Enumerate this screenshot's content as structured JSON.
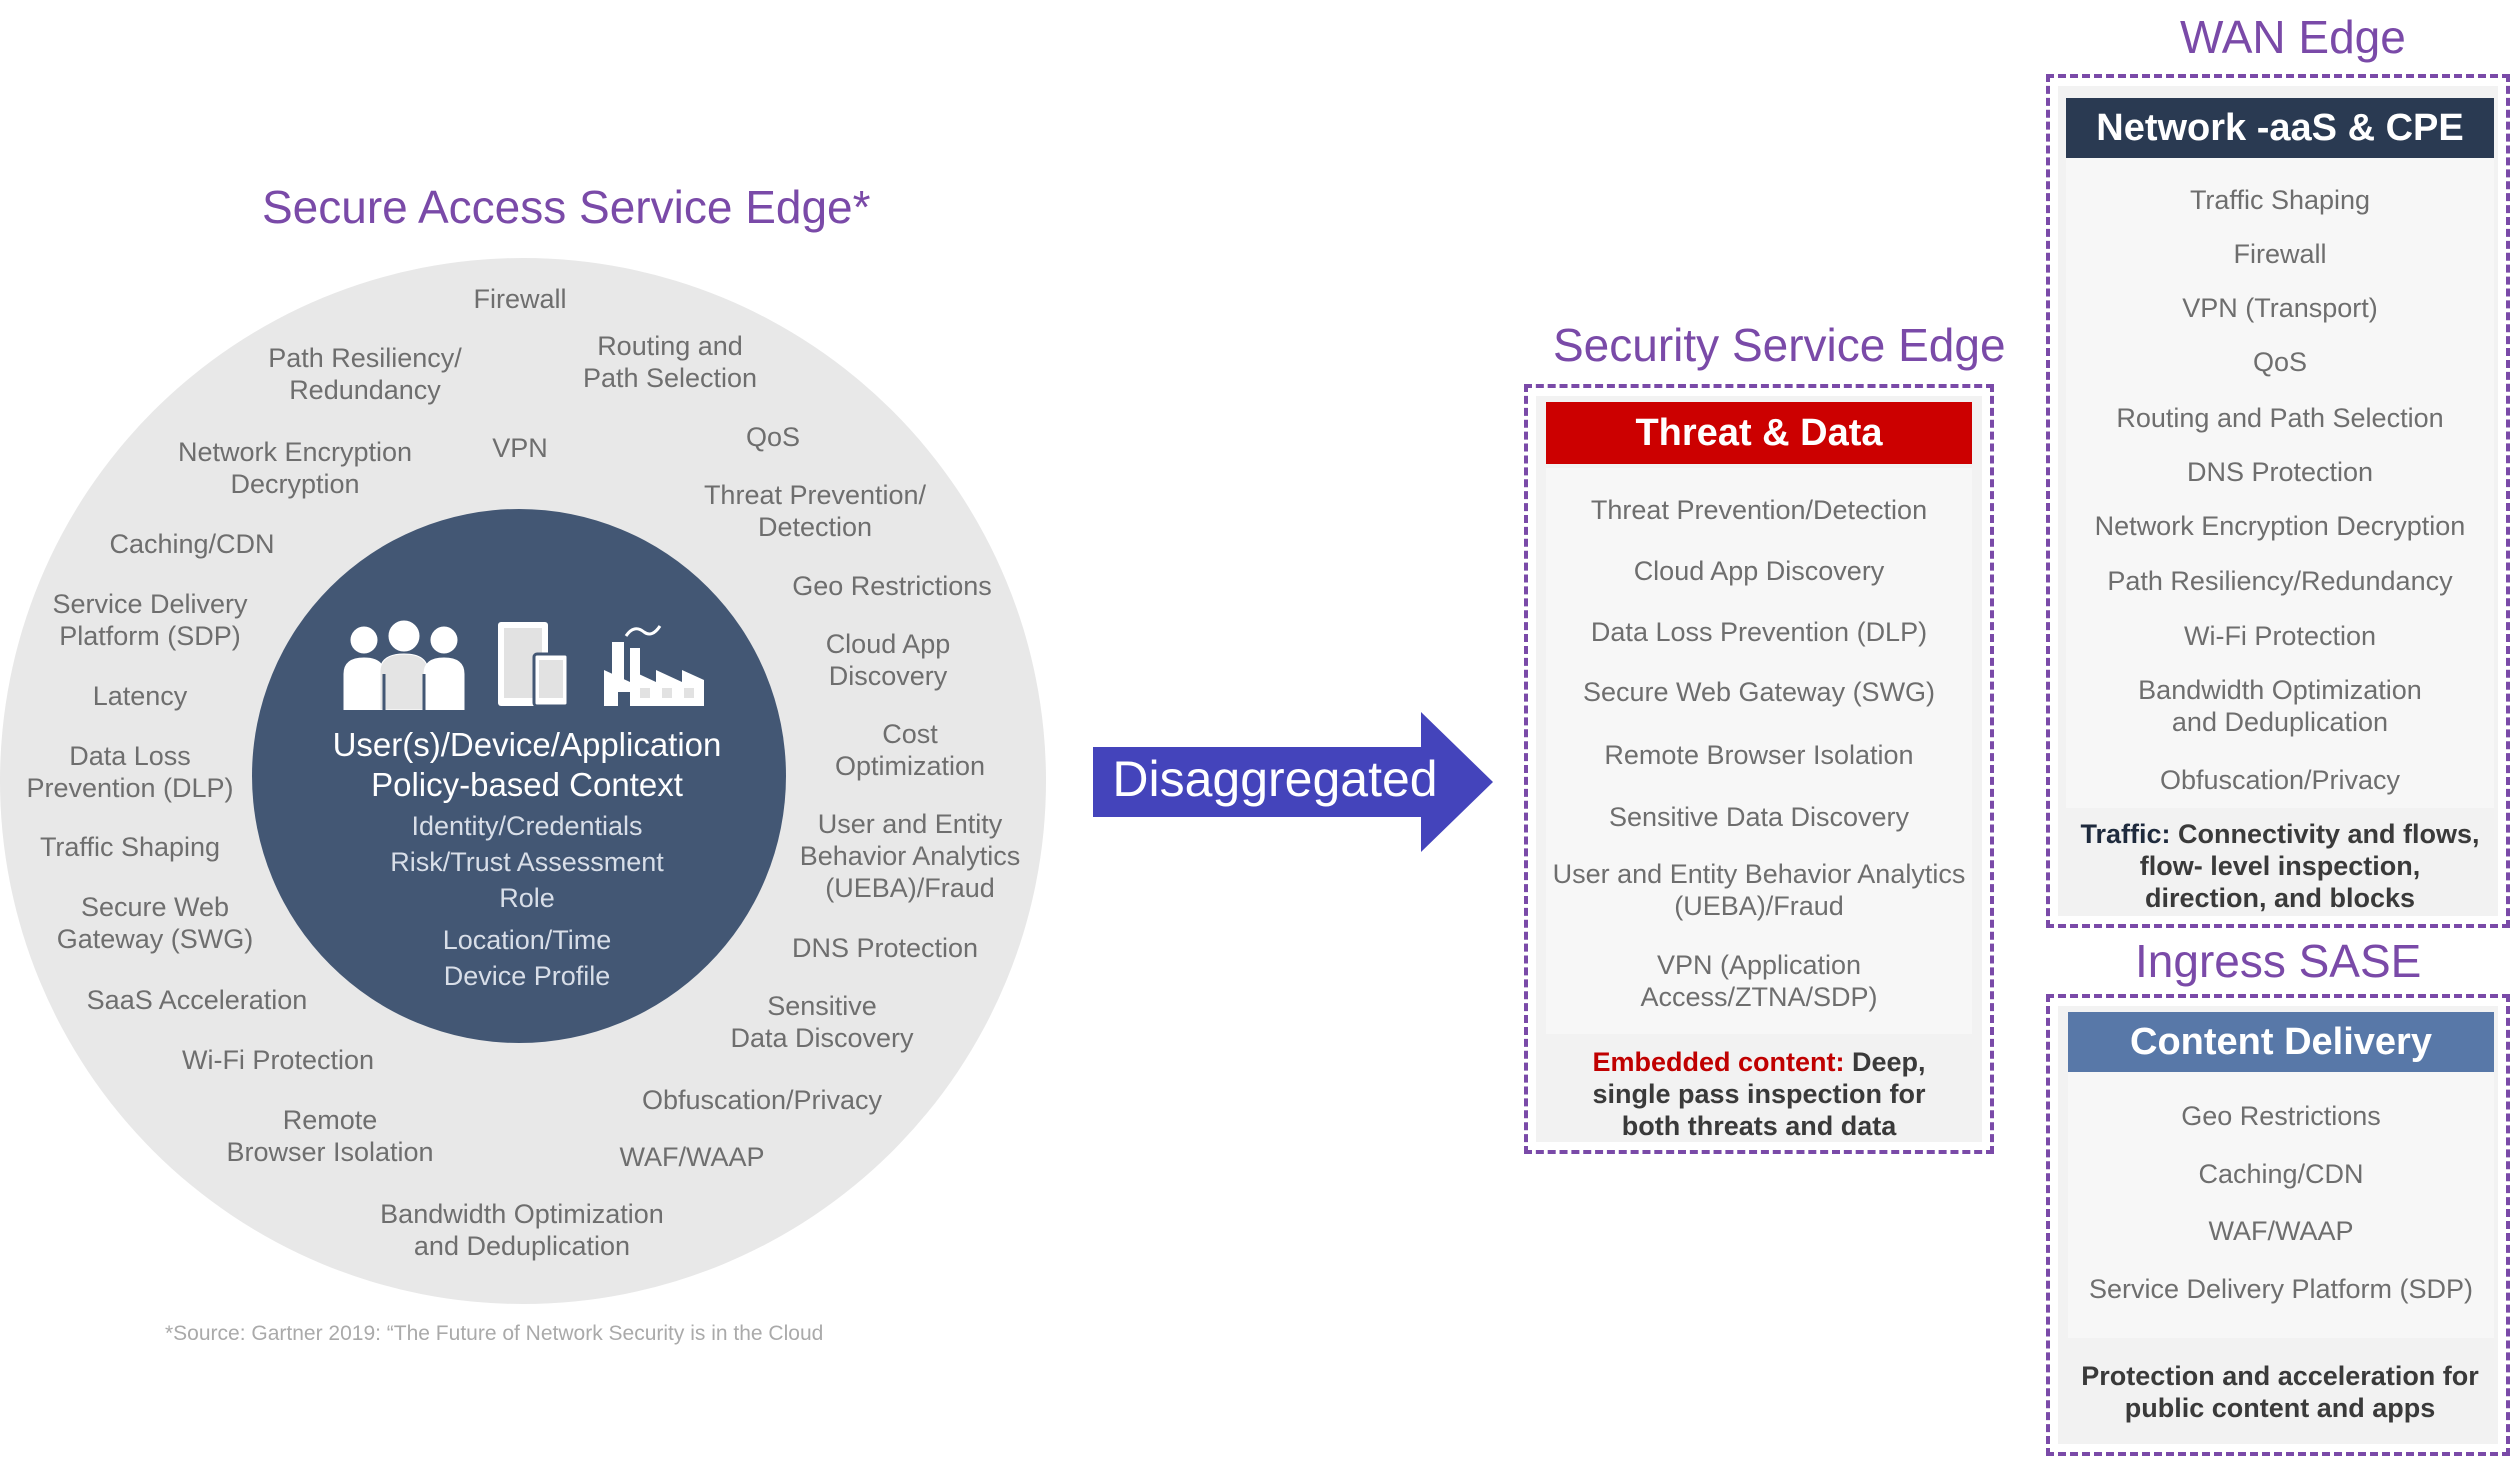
{
  "sase": {
    "title": "Secure Access Service Edge*",
    "labels": [
      "Firewall",
      "Path Resiliency/\nRedundancy",
      "Routing and\nPath Selection",
      "Network Encryption\nDecryption",
      "VPN",
      "QoS",
      "Threat Prevention/\nDetection",
      "Caching/CDN",
      "Geo Restrictions",
      "Service Delivery\nPlatform (SDP)",
      "Cloud App\nDiscovery",
      "Latency",
      "Cost\nOptimization",
      "Data Loss\nPrevention (DLP)",
      "User and Entity\nBehavior Analytics\n(UEBA)/Fraud",
      "Traffic Shaping",
      "Secure Web\nGateway (SWG)",
      "DNS Protection",
      "SaaS Acceleration",
      "Sensitive\nData Discovery",
      "Wi-Fi Protection",
      "Obfuscation/Privacy",
      "Remote\nBrowser Isolation",
      "WAF/WAAP",
      "Bandwidth Optimization\nand Deduplication"
    ],
    "inner_title": "User(s)/Device/Application\nPolicy-based Context",
    "inner_sub1": "Identity/Credentials\nRisk/Trust Assessment\nRole",
    "inner_sub2": "Location/Time\nDevice Profile",
    "source": "*Source: Gartner 2019: “The Future of Network Security is in the Cloud"
  },
  "arrow_label": "Disaggregated",
  "sse": {
    "title": "Security Service Edge",
    "header": "Threat & Data",
    "header_color": "#cc0000",
    "items": [
      "Threat Prevention/Detection",
      "Cloud App Discovery",
      "Data Loss Prevention (DLP)",
      "Secure Web Gateway (SWG)",
      "Remote Browser Isolation",
      "Sensitive Data Discovery",
      "User and Entity Behavior Analytics\n(UEBA)/Fraud",
      "VPN (Application\nAccess/ZTNA/SDP)"
    ],
    "footer_highlight": "Embedded content:",
    "footer_text": " Deep, single pass inspection for both threats and data"
  },
  "wan": {
    "title": "WAN Edge",
    "header": "Network -aaS & CPE",
    "header_color": "#2a3a52",
    "items": [
      "Traffic Shaping",
      "Firewall",
      "VPN (Transport)",
      "QoS",
      "Routing and Path Selection",
      "DNS Protection",
      "Network Encryption Decryption",
      "Path Resiliency/Redundancy",
      "Wi-Fi Protection",
      "Bandwidth Optimization\nand Deduplication",
      "Obfuscation/Privacy"
    ],
    "footer_highlight": "Traffic:",
    "footer_text": " Connectivity and flows, flow- level inspection, direction, and blocks"
  },
  "ingress": {
    "title": "Ingress SASE",
    "header": "Content Delivery",
    "header_color": "#5878a8",
    "items": [
      "Geo Restrictions",
      "Caching/CDN",
      "WAF/WAAP",
      "Service Delivery Platform (SDP)"
    ],
    "footer_text": "Protection and acceleration for public content and apps"
  },
  "icons": [
    "users-icon",
    "devices-icon",
    "factory-icon"
  ],
  "colors": {
    "accent_purple": "#7a4aa8",
    "arrow_blue": "#4444bb",
    "inner_circle": "#435774"
  }
}
